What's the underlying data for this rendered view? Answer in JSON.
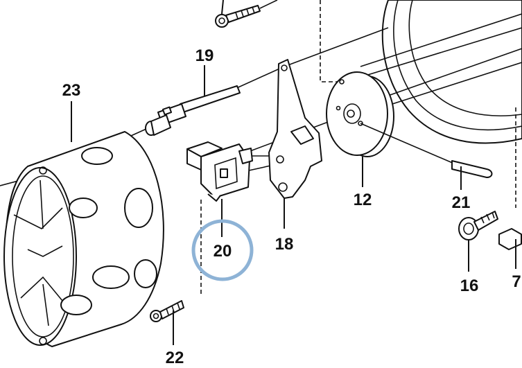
{
  "callouts": {
    "c23": "23",
    "c19": "19",
    "c20": "20",
    "c18": "18",
    "c12": "12",
    "c21": "21",
    "c16": "16",
    "c7": "7",
    "c22": "22"
  },
  "highlight": {
    "target": "20",
    "color": "#8eb3d6"
  }
}
